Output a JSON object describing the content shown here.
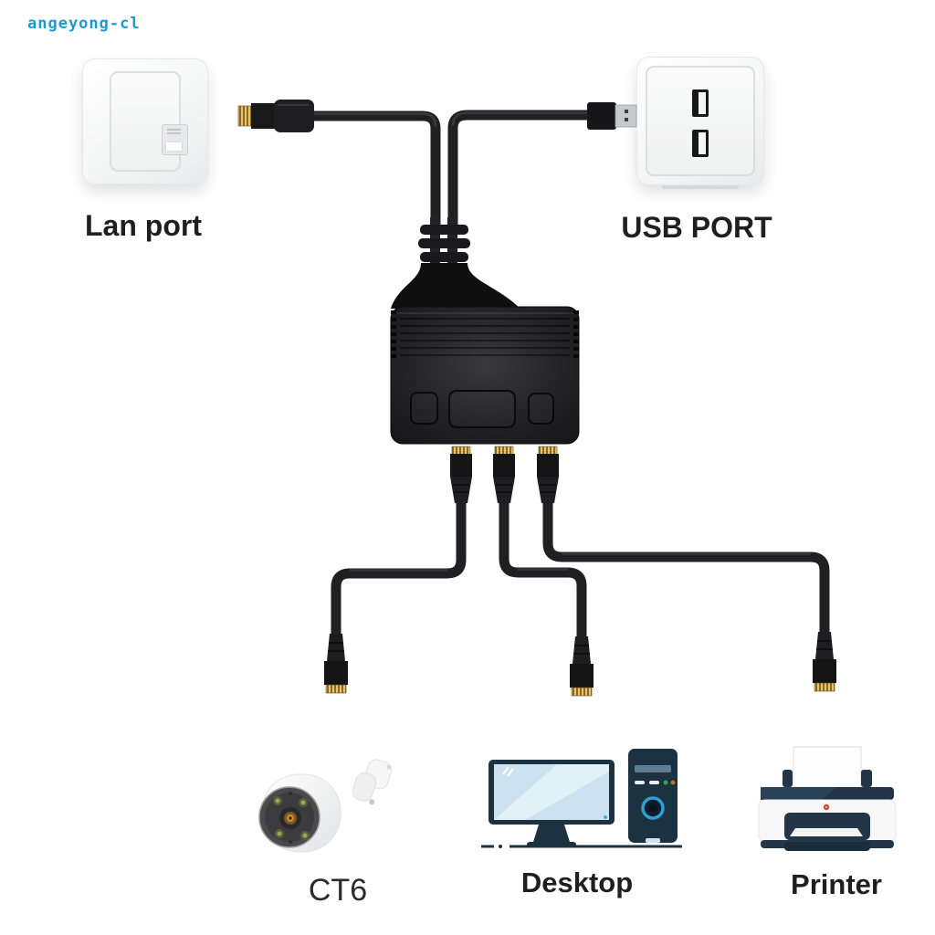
{
  "watermark": {
    "text": "angeyong-cl",
    "color": "#189bd3"
  },
  "diagram": {
    "top_devices": [
      {
        "id": "lan-wall-port",
        "label": "Lan port"
      },
      {
        "id": "usb-wall-port",
        "label": "USB PORT"
      }
    ],
    "bottom_devices": [
      {
        "id": "camera",
        "label": "CT6"
      },
      {
        "id": "desktop",
        "label": "Desktop"
      },
      {
        "id": "printer",
        "label": "Printer"
      }
    ],
    "icons": [
      "lan-wallplate-icon",
      "usb-wallplate-icon",
      "rj45-plug-icon",
      "usb-plug-icon",
      "splitter-device-icon",
      "camera-icon",
      "desktop-icon",
      "printer-icon"
    ]
  },
  "colors": {
    "watermark_blue": "#189bd3",
    "label_text": "#1f1f1f",
    "cable_black": "#202022",
    "splitter_body": "#232326",
    "gold_pins": "#e7c46d",
    "device_navy": "#223648",
    "accent_blue": "#2f9fd4",
    "lens_amber": "#c98d33",
    "printer_red": "#d64539"
  }
}
